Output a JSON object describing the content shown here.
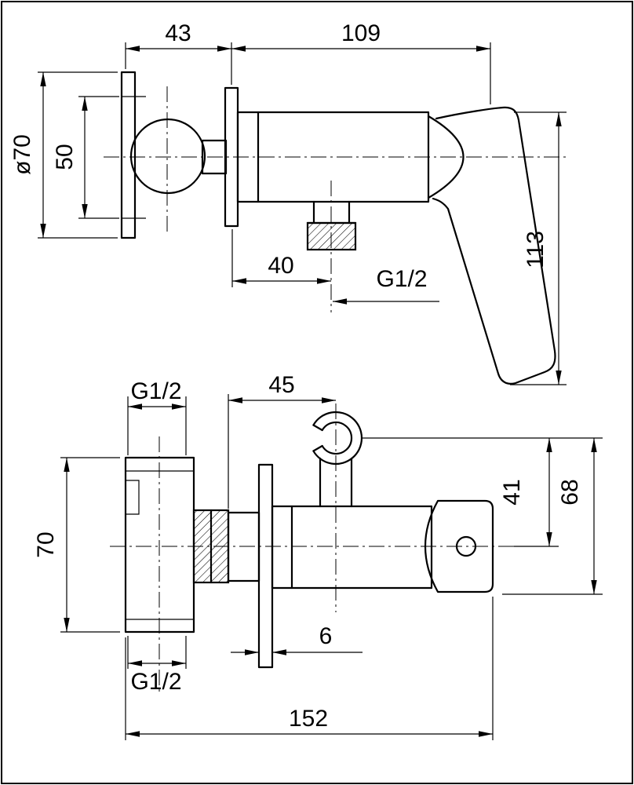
{
  "drawing": {
    "background": "#ffffff",
    "line_color": "#000000",
    "side_view": {
      "dim_plate_to_wall": "43",
      "dim_body_length": "109",
      "dim_plate_diameter": "ø70",
      "dim_holder_height": "50",
      "dim_outlet_offset": "40",
      "outlet_thread": "G1/2",
      "dim_handle_height": "113"
    },
    "top_view": {
      "inlet_thread_top": "G1/2",
      "dim_holder_offset": "45",
      "dim_valve_height": "70",
      "dim_holder_depth": "41",
      "dim_total_depth": "68",
      "dim_plate_thickness": "6",
      "inlet_thread_bottom": "G1/2",
      "dim_total_length": "152"
    }
  }
}
